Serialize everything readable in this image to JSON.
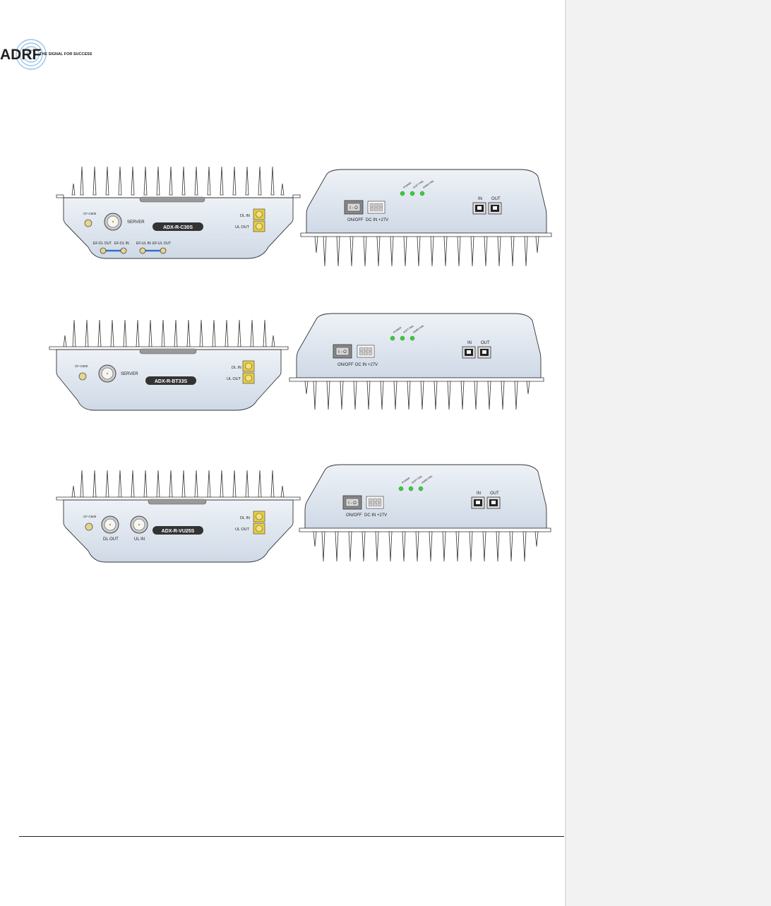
{
  "logo": {
    "brand": "ADRF",
    "tagline": "THE SIGNAL FOR SUCCESS"
  },
  "devices": [
    {
      "model": "ADX-R-C30S",
      "front": {
        "main_port": "SERVER",
        "ports": {
          "dl_in": "DL IN",
          "ul_out": "UL OUT"
        },
        "jumpers": [
          "EF-DL OUT",
          "EF-DL IN",
          "EF-UL IN",
          "EF-UL OUT"
        ]
      },
      "back": {
        "switch": "ON/OFF",
        "dc": "DC IN +27V",
        "leds": [
          "POWER",
          "SOFT FAIL",
          "HARD FAIL"
        ],
        "rj45": [
          "IN",
          "OUT"
        ]
      }
    },
    {
      "model": "ADX-R-BT33S",
      "front": {
        "main_port": "SERVER",
        "ports": {
          "dl_in": "DL IN",
          "ul_out": "UL OUT"
        }
      },
      "back": {
        "switch": "ON/OFF",
        "dc": "DC IN +27V",
        "leds": [
          "POWER",
          "SOFT FAIL",
          "HARD FAIL"
        ],
        "rj45": [
          "IN",
          "OUT"
        ]
      }
    },
    {
      "model": "ADX-R-VU25S",
      "front": {
        "main_ports": [
          "DL OUT",
          "UL IN"
        ],
        "ports": {
          "dl_in": "DL IN",
          "ul_out": "UL OUT"
        }
      },
      "back": {
        "switch": "ON/OFF",
        "dc": "DC IN +27V",
        "leds": [
          "POWER",
          "SOFT FAIL",
          "HARD FAIL"
        ],
        "rj45": [
          "IN",
          "OUT"
        ]
      }
    }
  ],
  "colors": {
    "led": "#3ccb3c",
    "sma": "#e8cc3a",
    "jumper": "#3a6fd0",
    "body": "#dde4ee"
  }
}
